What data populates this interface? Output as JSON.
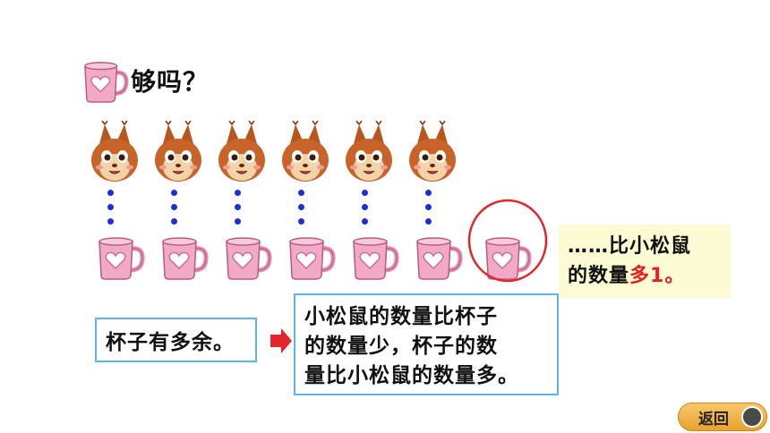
{
  "header": {
    "question": "够吗？"
  },
  "note": {
    "line1": "……比小松鼠",
    "line2_prefix": "的数量",
    "line2_highlight": "多1。"
  },
  "left_box": {
    "text": "杯子有多余。"
  },
  "right_box": {
    "line1": "小松鼠的数量比杯子",
    "line2": "的数量少，杯子的数",
    "line3": "量比小松鼠的数量多。"
  },
  "nav": {
    "back_label": "返回"
  },
  "colors": {
    "highlight": "#e31f1f",
    "box_border": "#5bb5e6",
    "dot": "#1a2fd6",
    "circle": "#e3262a",
    "note_bg": "#fdfbd3"
  },
  "icons": [
    "mug-icon",
    "squirrel-icon",
    "right-arrow-icon",
    "back-icon"
  ]
}
